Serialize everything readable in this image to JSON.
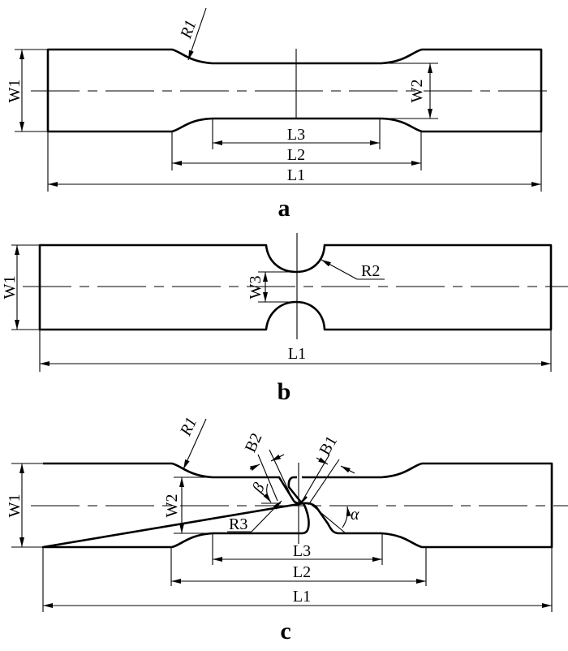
{
  "panels": [
    {
      "id": "a",
      "caption": "a",
      "labels": {
        "R1": "R1",
        "W1": "W1",
        "W2": "W2",
        "L1": "L1",
        "L2": "L2",
        "L3": "L3"
      }
    },
    {
      "id": "b",
      "caption": "b",
      "labels": {
        "R2": "R2",
        "W1": "W1",
        "W3": "W3",
        "L1": "L1"
      }
    },
    {
      "id": "c",
      "caption": "c",
      "labels": {
        "R1": "R1",
        "R3": "R3",
        "B1": "B1",
        "B2": "B2",
        "W1": "W1",
        "W2": "W2",
        "L1": "L1",
        "L2": "L2",
        "L3": "L3",
        "alpha": "α",
        "beta": "β"
      }
    }
  ]
}
